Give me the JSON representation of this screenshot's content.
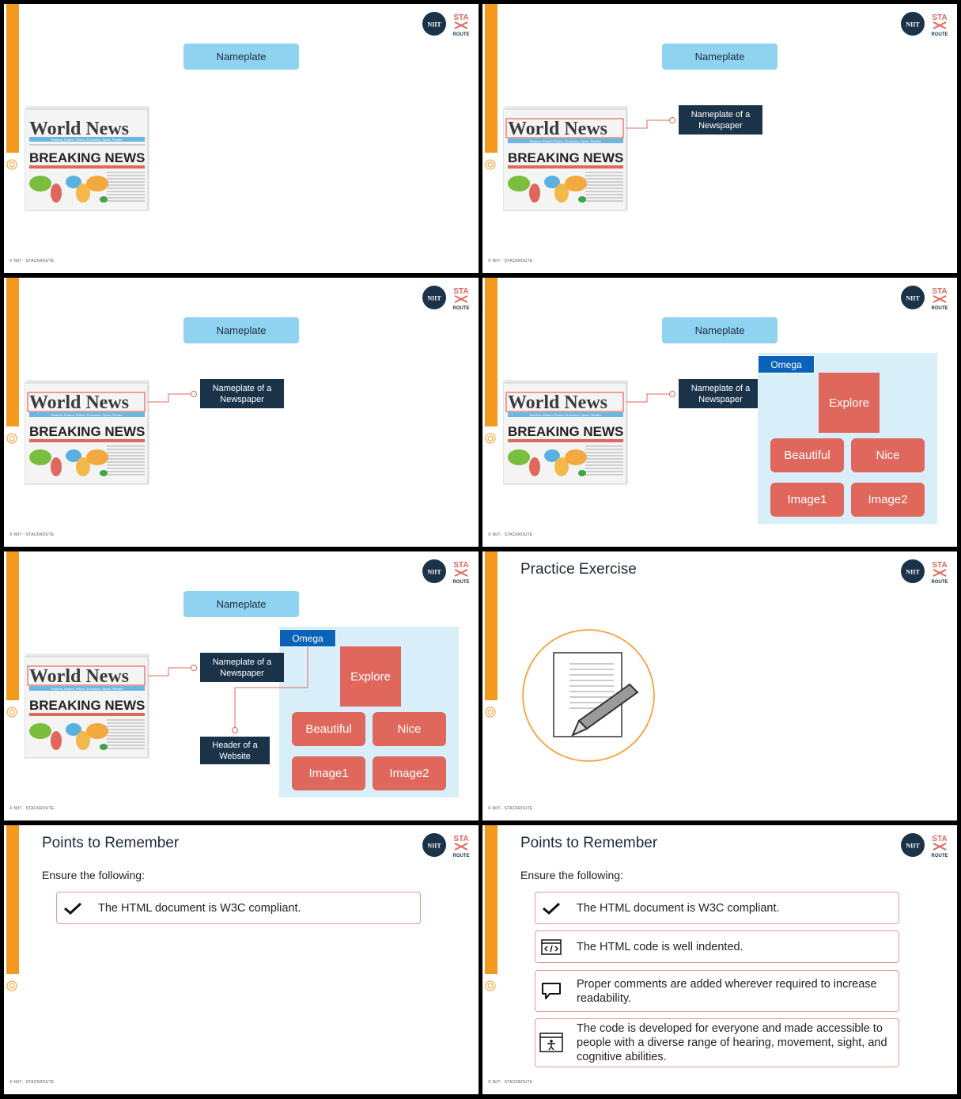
{
  "brand": {
    "logo_text": "NIIT",
    "sta": "STA",
    "route": "ROUTE"
  },
  "copyright": "© NIIT - STACKROUTE",
  "newspaper": {
    "masthead": "World News",
    "tagline": "Business, Finance, Politics, Economics, Sports, Weather",
    "breaking": "BREAKING NEWS"
  },
  "diagram": {
    "nameplate": "Nameplate",
    "nameplate_newspaper": "Nameplate of a Newspaper",
    "header_website": "Header of a Website",
    "omega": "Omega",
    "explore": "Explore",
    "beautiful": "Beautiful",
    "nice": "Nice",
    "image1": "Image1",
    "image2": "Image2"
  },
  "practice": {
    "title": "Practice Exercise"
  },
  "remember": {
    "title": "Points to Remember",
    "subtitle": "Ensure the following:",
    "items": [
      {
        "icon": "check-icon",
        "text": "The HTML document is W3C compliant."
      },
      {
        "icon": "code-window-icon",
        "text": "The HTML code is well indented."
      },
      {
        "icon": "comment-bubble-icon",
        "text": "Proper comments are added wherever required to increase readability."
      },
      {
        "icon": "accessibility-window-icon",
        "text": "The code is developed for everyone and made accessible to people with a diverse range of hearing, movement, sight, and cognitive abilities."
      }
    ]
  }
}
